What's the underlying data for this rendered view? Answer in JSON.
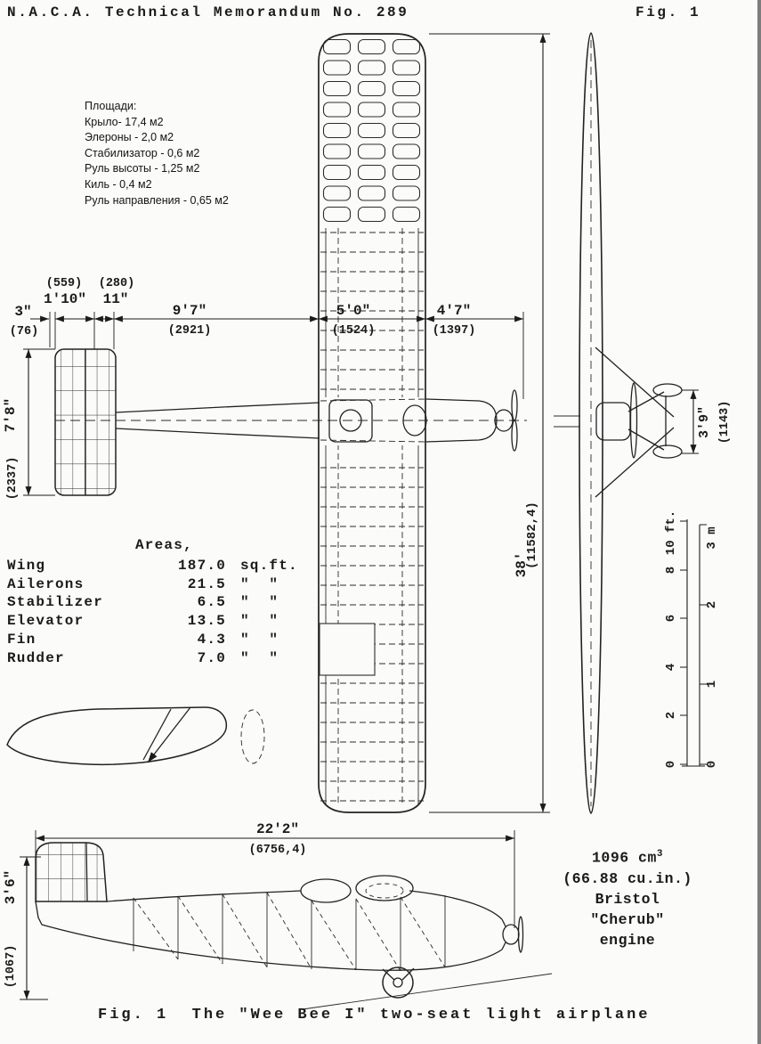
{
  "header": {
    "left": "N.A.C.A. Technical Memorandum No. 289",
    "right": "Fig. 1"
  },
  "russian": {
    "title": "Площади:",
    "lines": [
      "Крыло- 17,4 м2",
      "Элероны - 2,0 м2",
      "Стабилизатор - 0,6 м2",
      "Руль высоты - 1,25 м2",
      "Киль - 0,4 м2",
      "Руль направления - 0,65 м2"
    ]
  },
  "dims": {
    "stab_chord_mm": "(559)",
    "stab_chord": "1'10\"",
    "elevator_chord_mm": "(280)",
    "elevator_chord": "11\"",
    "tail_tip": "3\"",
    "tail_tip_mm": "(76)",
    "aft_fuselage": "9'7\"",
    "aft_fuselage_mm": "(2921)",
    "wing_chord": "5'0\"",
    "wing_chord_mm": "(1524)",
    "nose_length": "4'7\"",
    "nose_length_mm": "(1397)",
    "stab_span": "7'8\"",
    "stab_span_mm": "(2337)",
    "wing_span": "38'",
    "wing_span_mm": "(11582,4)",
    "wheel_track": "3'9\"",
    "wheel_track_mm": "(1143)",
    "length": "22'2\"",
    "length_mm": "(6756,4)",
    "height": "3'6\"",
    "height_mm": "(1067)"
  },
  "areas": {
    "title": "Areas,",
    "rows": [
      {
        "label": "Wing",
        "value": "187.0",
        "unit": "sq.ft."
      },
      {
        "label": "Ailerons",
        "value": "21.5",
        "unit": "\"  \""
      },
      {
        "label": "Stabilizer",
        "value": "6.5",
        "unit": "\"  \""
      },
      {
        "label": "Elevator",
        "value": "13.5",
        "unit": "\"  \""
      },
      {
        "label": "Fin",
        "value": "4.3",
        "unit": "\"  \""
      },
      {
        "label": "Rudder",
        "value": "7.0",
        "unit": "\"  \""
      }
    ]
  },
  "scale": {
    "ft": [
      "0",
      "2",
      "4",
      "6",
      "8",
      "10 ft."
    ],
    "m": [
      "0",
      "1",
      "2",
      "3 m"
    ]
  },
  "engine": {
    "displacement": "1096 cm",
    "displacement_exp": "3",
    "cu_in": "(66.88 cu.in.)",
    "make": "Bristol",
    "model": "\"Cherub\"",
    "word": "engine"
  },
  "caption": "Fig. 1  The \"Wee Bee I\" two-seat light airplane"
}
